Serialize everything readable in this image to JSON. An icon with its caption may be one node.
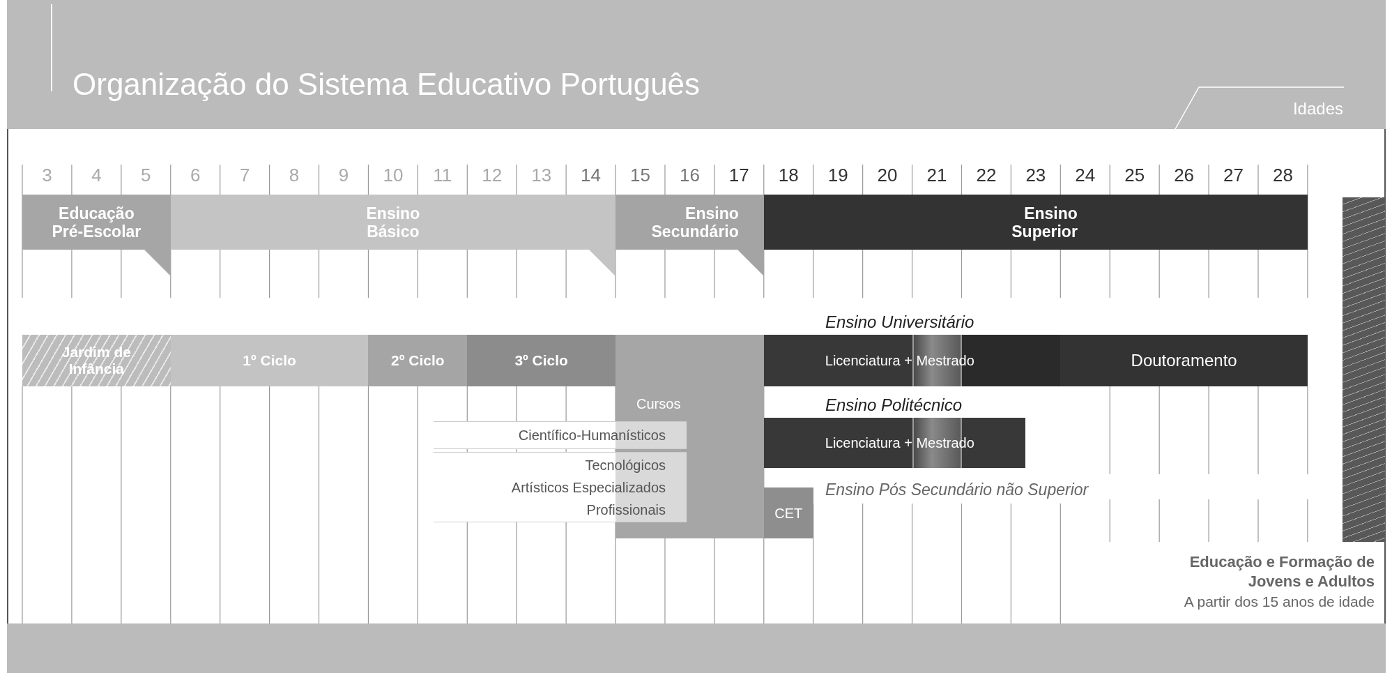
{
  "diagram": {
    "title": "Organização do Sistema Educativo Português",
    "nodes": [
      {
        "text": [
          "Educação Pré-Escolar"
        ]
      },
      {
        "text": [
          "Ensino Básico"
        ]
      },
      {
        "text": [
          "Ensino Secundário"
        ]
      },
      {
        "text": [
          "Ensino Superior"
        ]
      },
      {
        "text": [
          "Jardim de Infância"
        ]
      },
      {
        "text": [
          "1º Ciclo"
        ]
      },
      {
        "text": [
          "2º Ciclo"
        ]
      },
      {
        "text": [
          "3º Ciclo"
        ]
      },
      {
        "text": [
          "Cursos"
        ]
      },
      {
        "text": [
          "Científico-Humanísticos"
        ]
      },
      {
        "text": [
          "Tecnológicos",
          "Artísticos Especializados",
          "Profissionais"
        ]
      },
      {
        "text": [
          "Licenciatura + Mestrado"
        ]
      },
      {
        "text": [
          "Doutoramento"
        ]
      },
      {
        "text": [
          "Licenciatura + Mestrado"
        ]
      },
      {
        "text": [
          "CET"
        ]
      },
      {
        "text": [],
        "shape": "bar",
        "beside": [
          "Educação e Formação de Jovens e Adultos",
          "A partir dos 15 anos de idade"
        ]
      }
    ],
    "labels": [
      "Idades",
      "3",
      "4",
      "5",
      "6",
      "7",
      "8",
      "9",
      "10",
      "11",
      "12",
      "13",
      "14",
      "15",
      "16",
      "17",
      "18",
      "19",
      "20",
      "21",
      "22",
      "23",
      "24",
      "25",
      "26",
      "27",
      "28",
      "Ensino Universitário",
      "Ensino Politécnico",
      "Ensino Pós Secundário não Superior"
    ]
  }
}
